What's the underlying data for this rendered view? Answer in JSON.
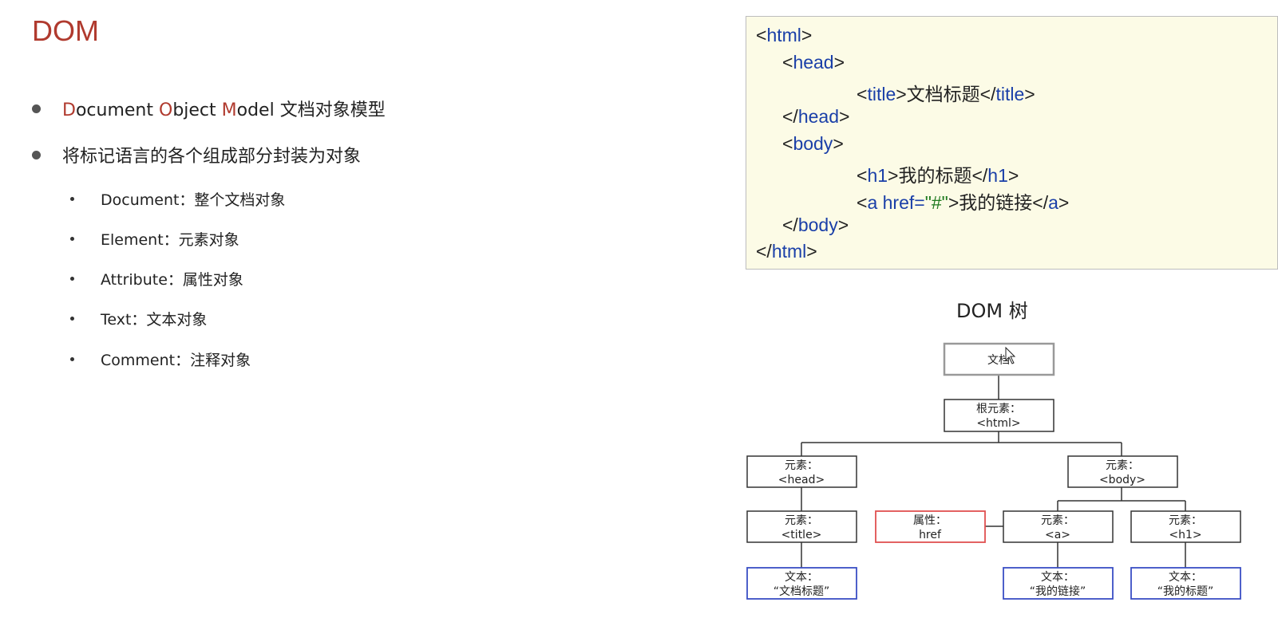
{
  "slide": {
    "title": "DOM",
    "bullet1": {
      "d": "D",
      "ocument": "ocument ",
      "o": "O",
      "bject": "bject ",
      "m": "M",
      "odel": "odel  文档对象模型"
    },
    "bullet2": "将标记语言的各个组成部分封装为对象",
    "sub_items": [
      "Document：整个文档对象",
      "Element：元素对象",
      "Attribute：属性对象",
      "Text：文本对象",
      "Comment：注释对象"
    ]
  },
  "code": {
    "lt": "<",
    "gt": ">",
    "lts": "</",
    "html": "html",
    "head": "head",
    "title": "title",
    "title_text": "文档标题",
    "body": "body",
    "h1": "h1",
    "h1_text": "我的标题",
    "a": "a",
    "href": " href=",
    "href_val": "\"#\"",
    "a_text": "我的链接"
  },
  "dom_tree": {
    "title": "DOM 树",
    "document": "文档",
    "root_l1": "根元素：",
    "root_l2": "<html>",
    "head_l1": "元素：",
    "head_l2": "<head>",
    "body_l1": "元素：",
    "body_l2": "<body>",
    "title_l1": "元素：",
    "title_l2": "<title>",
    "attr_l1": "属性：",
    "attr_l2": "href",
    "a_l1": "元素：",
    "a_l2": "<a>",
    "h1_l1": "元素：",
    "h1_l2": "<h1>",
    "text1_l1": "文本：",
    "text1_l2": "“文档标题”",
    "text2_l1": "文本：",
    "text2_l2": "“我的链接”",
    "text3_l1": "文本：",
    "text3_l2": "“我的标题”"
  },
  "colors": {
    "title": "#b03a2e",
    "tag": "#1a3fa8",
    "string": "#1f7a1f",
    "code_bg": "#fcfbe6",
    "attr_box": "#e05050",
    "text_box": "#3a4fc4",
    "doc_box": "#999999"
  }
}
